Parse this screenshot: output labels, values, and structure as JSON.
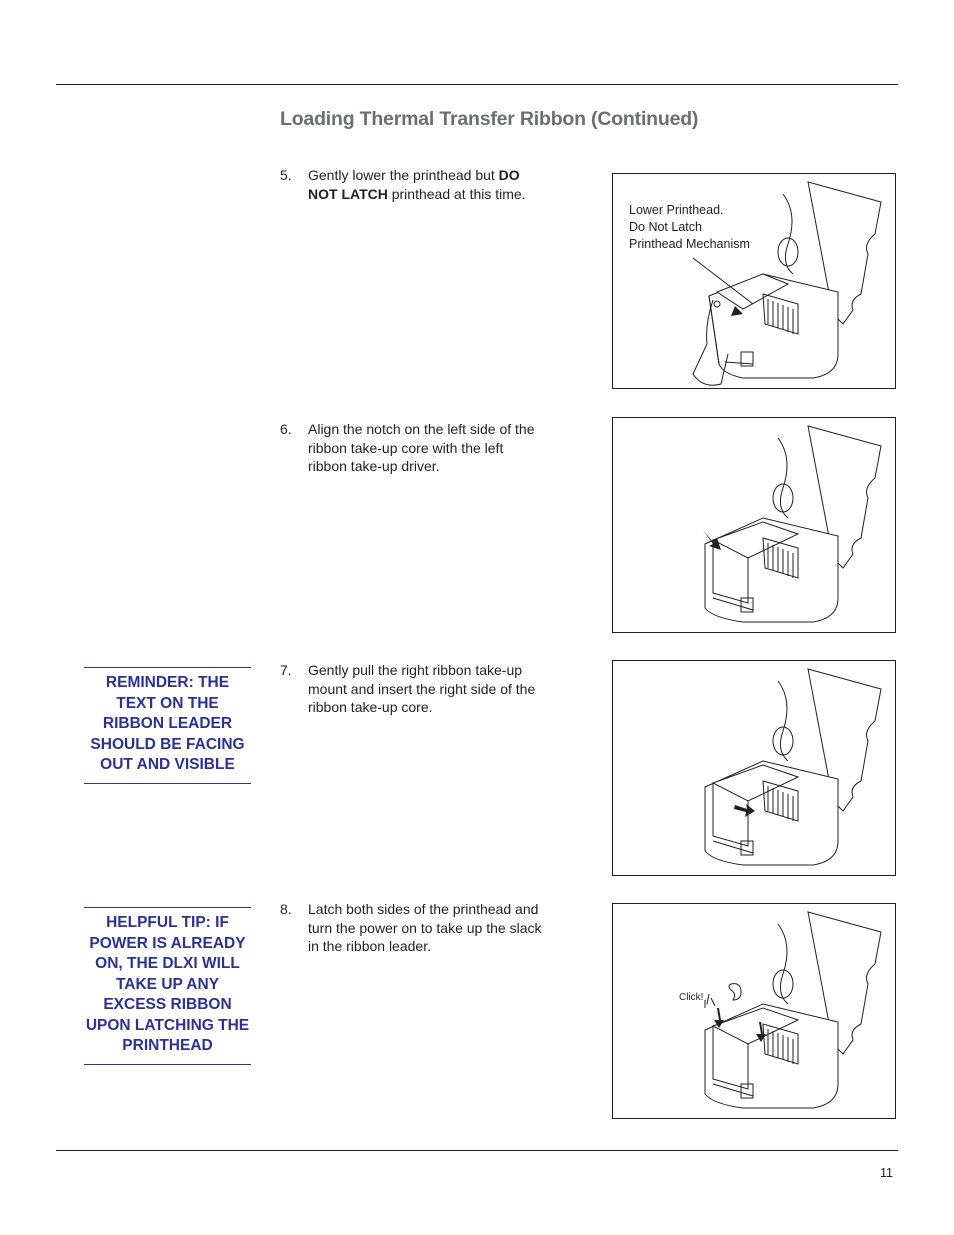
{
  "title": "Loading Thermal Transfer Ribbon (Continued)",
  "steps": [
    {
      "num": "5.",
      "text_before": "Gently lower the printhead but ",
      "bold": "DO NOT LATCH",
      "text_after": " printhead at this time."
    },
    {
      "num": "6.",
      "text": "Align the notch on the left side of the ribbon take-up core with the left ribbon take-up driver."
    },
    {
      "num": "7.",
      "text": "Gently pull the right ribbon take-up mount and insert the right side of the ribbon take-up core."
    },
    {
      "num": "8.",
      "text": "Latch both sides of the printhead and turn the power on to take up the slack in the ribbon leader."
    }
  ],
  "figure1": {
    "callout_1": "Lower Printhead.",
    "callout_2": "Do Not Latch",
    "callout_3": "Printhead Mechanism"
  },
  "figure4": {
    "click": "Click!"
  },
  "notes": [
    {
      "text": "REMINDER: THE TEXT ON THE RIBBON LEADER SHOULD BE FACING OUT AND VISIBLE"
    },
    {
      "text": "HELPFUL TIP: IF POWER IS ALREADY ON, THE DLXI WILL TAKE UP ANY EXCESS RIBBON UPON LATCHING THE PRINTHEAD"
    }
  ],
  "page_number": "11",
  "colors": {
    "note_blue": "#2e3192",
    "title_gray": "#6d6e71"
  }
}
